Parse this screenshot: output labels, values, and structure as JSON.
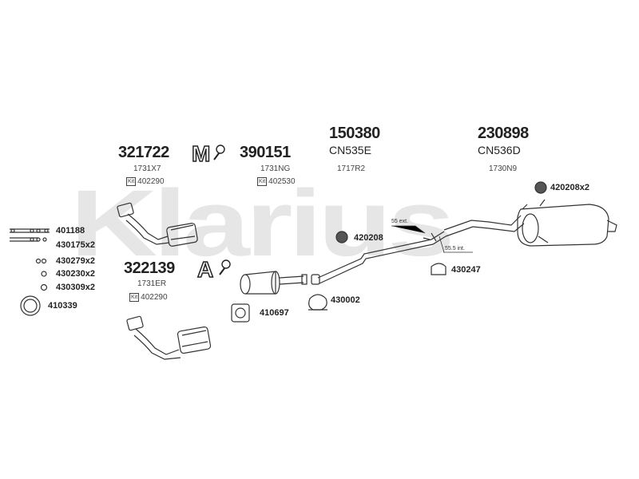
{
  "watermark": "Klarius",
  "parts": {
    "p321722": {
      "number": "321722",
      "ref": "1731X7",
      "kit": "402290"
    },
    "p390151": {
      "number": "390151",
      "ref": "1731NG",
      "kit": "402530"
    },
    "p150380": {
      "number": "150380",
      "ref": "CN535E",
      "sub": "1717R2"
    },
    "p230898": {
      "number": "230898",
      "ref": "CN536D",
      "sub": "1730N9"
    },
    "p322139": {
      "number": "322139",
      "ref": "1731ER",
      "kit": "402290"
    }
  },
  "kit_tag": "Kit",
  "accessories": {
    "a401188": "401188",
    "a430175": "430175x2",
    "a430279": "430279x2",
    "a430230": "430230x2",
    "a430309": "430309x2",
    "a410339": "410339",
    "a410697": "410697",
    "a430002": "430002",
    "a420208": "420208",
    "a420208x2": "420208x2",
    "a430247": "430247"
  },
  "dimensions": {
    "ext": "55 ext.",
    "int": "55.5 int."
  },
  "badges": {
    "m": "M",
    "a": "A"
  },
  "colors": {
    "line": "#333333",
    "watermark": "#e6e6e6"
  }
}
